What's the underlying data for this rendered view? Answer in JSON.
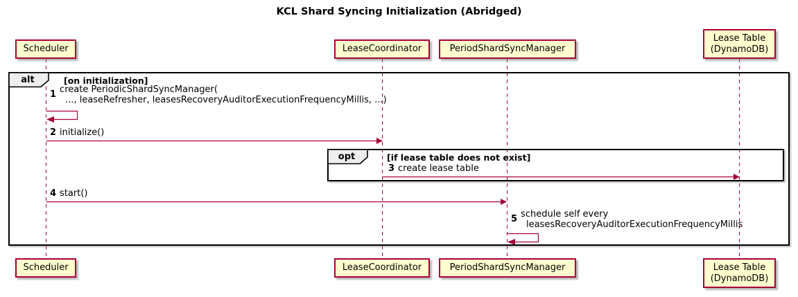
{
  "title": "KCL Shard Syncing Initialization (Abridged)",
  "colors": {
    "participant_fill": "#FEFECE",
    "participant_border": "#A80036",
    "lifeline": "#A80036",
    "arrow": "#A80036",
    "frame_border": "#000000",
    "operator_fill": "#EEEEEE",
    "text": "#000000",
    "background": "#FFFFFF"
  },
  "participants": [
    {
      "name": "Scheduler"
    },
    {
      "name": "LeaseCoordinator"
    },
    {
      "name": "PeriodShardSyncManager"
    },
    {
      "line1": "Lease Table",
      "line2": "(DynamoDB)"
    }
  ],
  "alt_frame": {
    "operator": "alt",
    "guard": "[on initialization]"
  },
  "opt_frame": {
    "operator": "opt",
    "guard": "[if lease table does not exist]"
  },
  "messages": [
    {
      "num": "1",
      "line1": "create PeriodicShardSyncManager(",
      "line2": "..., leaseRefresher, leasesRecoveryAuditorExecutionFrequencyMillis, ...)"
    },
    {
      "num": "2",
      "text": "initialize()"
    },
    {
      "num": "3",
      "text": "create lease table"
    },
    {
      "num": "4",
      "text": "start()"
    },
    {
      "num": "5",
      "line1": "schedule self every",
      "line2": "leasesRecoveryAuditorExecutionFrequencyMillis"
    }
  ]
}
